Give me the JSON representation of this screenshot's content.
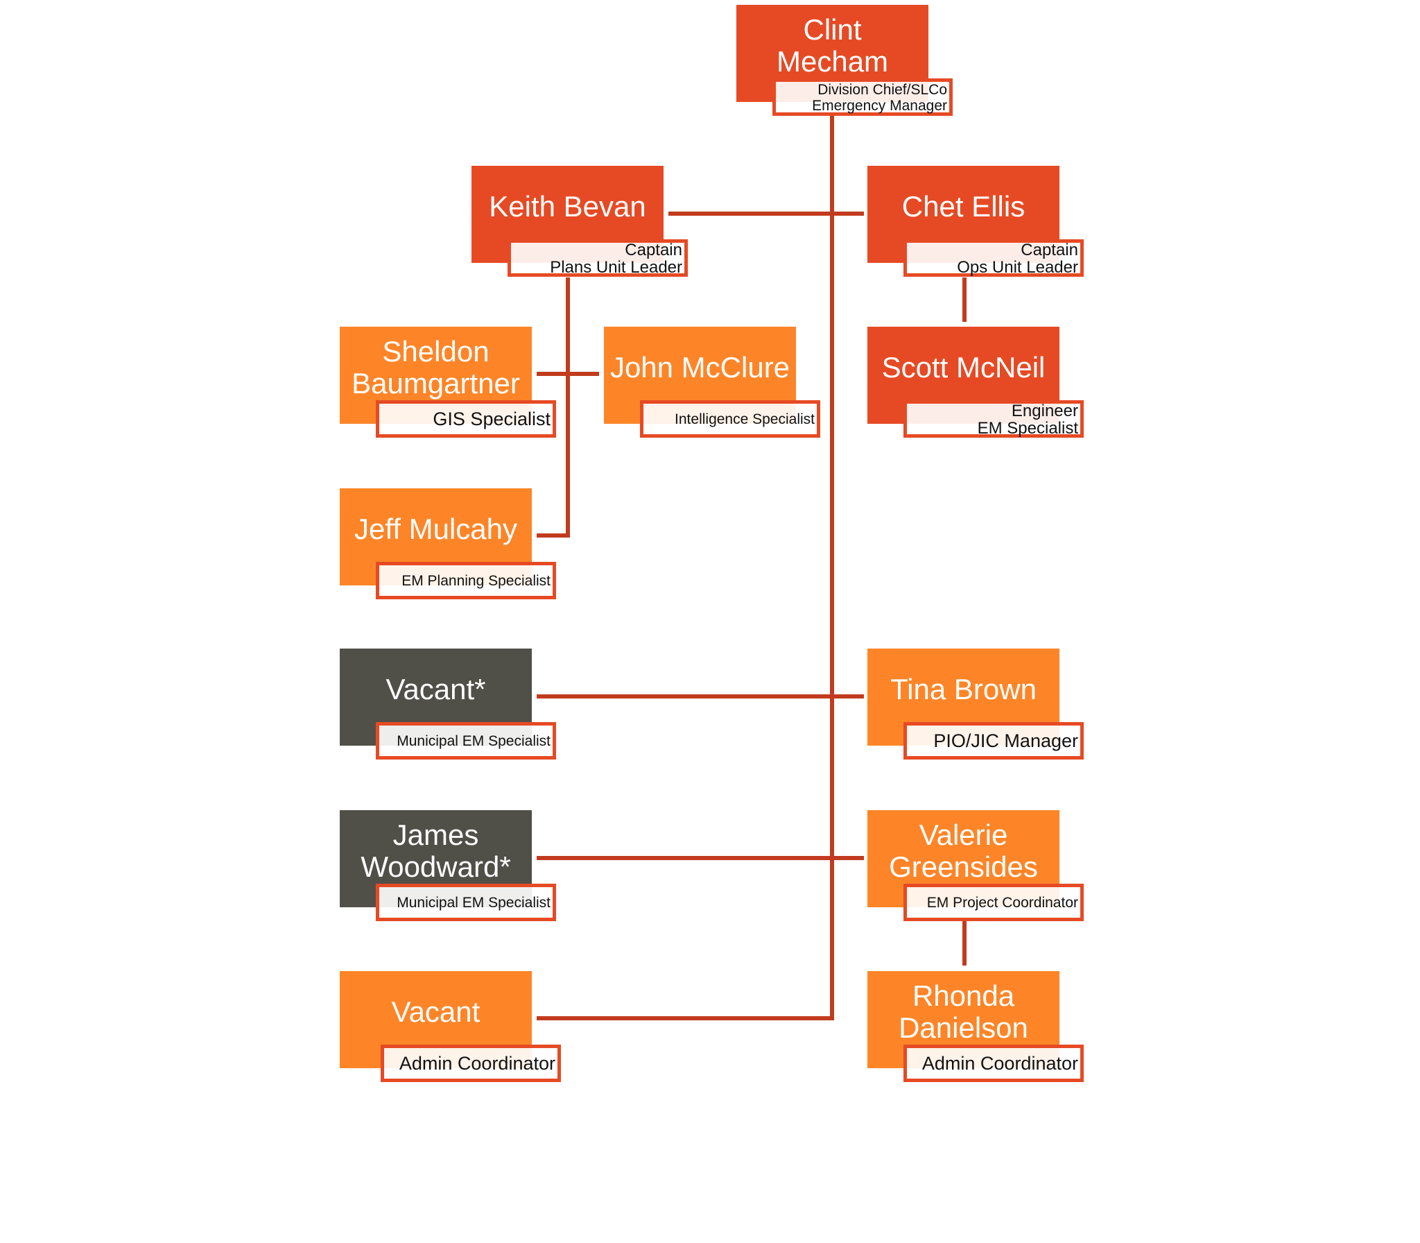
{
  "colors": {
    "primary": "#E64A24",
    "secondary": "#FD8528",
    "vacant": "#505048",
    "connector": "#C23B1E"
  },
  "nodes": {
    "clint": {
      "name": "Clint Mecham",
      "title1": "Division Chief/SLCo",
      "title2": "Emergency Manager"
    },
    "keith": {
      "name": "Keith Bevan",
      "title1": "Captain",
      "title2": "Plans Unit Leader"
    },
    "chet": {
      "name": "Chet Ellis",
      "title1": "Captain",
      "title2": "Ops Unit Leader"
    },
    "sheldon": {
      "name": "Sheldon Baumgartner",
      "title1": "GIS Specialist"
    },
    "john": {
      "name": "John McClure",
      "title1": "Intelligence Specialist"
    },
    "scott": {
      "name": "Scott McNeil",
      "title1": "Engineer",
      "title2": "EM Specialist"
    },
    "jeff": {
      "name": "Jeff Mulcahy",
      "title1": "EM Planning Specialist"
    },
    "vacant1": {
      "name": "Vacant*",
      "title1": "Municipal EM Specialist"
    },
    "tina": {
      "name": "Tina Brown",
      "title1": "PIO/JIC Manager"
    },
    "james": {
      "name": "James Woodward*",
      "title1": "Municipal EM Specialist"
    },
    "valerie": {
      "name": "Valerie Greensides",
      "title1": "EM Project Coordinator"
    },
    "vacant2": {
      "name": "Vacant",
      "title1": "Admin Coordinator"
    },
    "rhonda": {
      "name": "Rhonda Danielson",
      "title1": "Admin Coordinator"
    }
  }
}
